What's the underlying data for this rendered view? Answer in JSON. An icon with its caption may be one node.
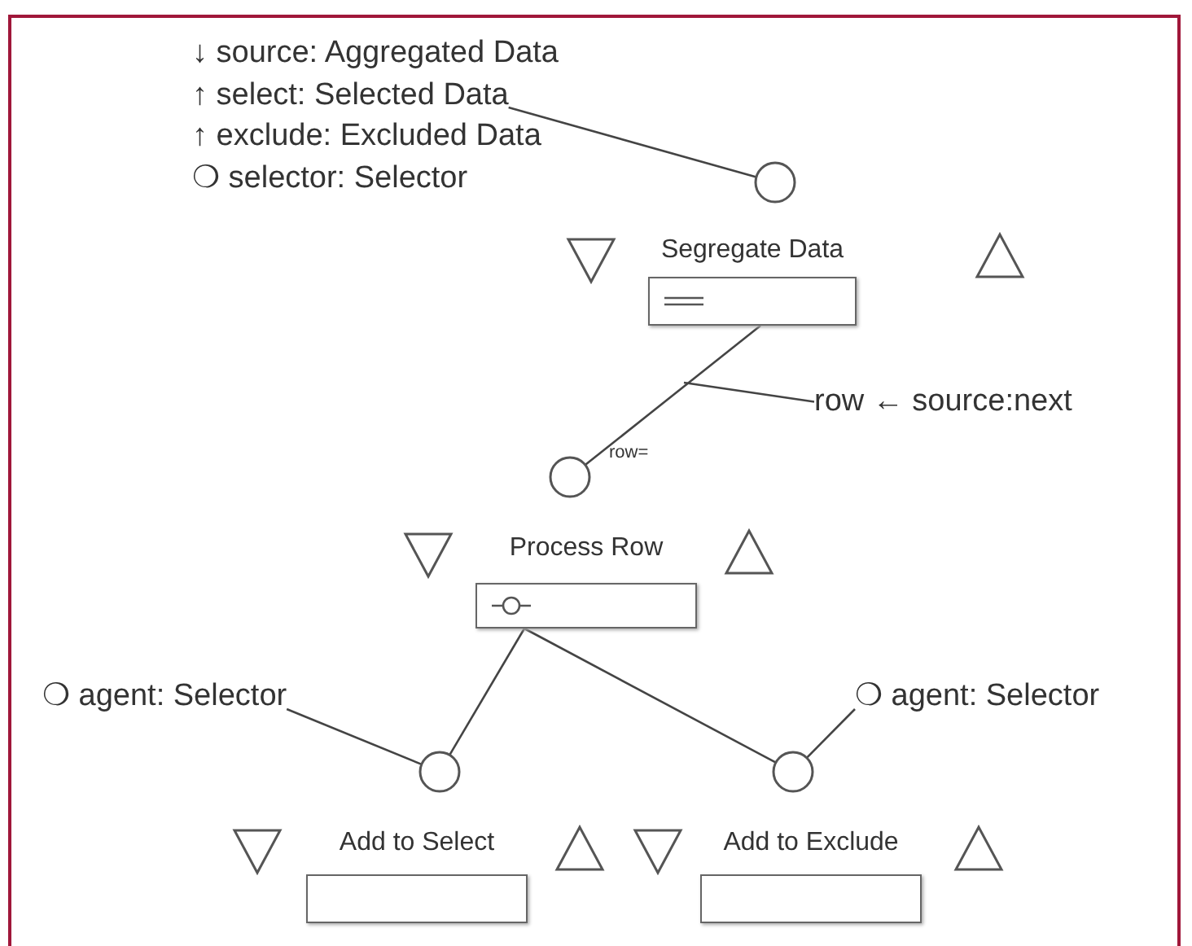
{
  "diagram": {
    "nodes": [
      {
        "text": [
          "↓ source: Aggregated Data",
          "↑ select: Selected Data",
          "↑ exclude: Excluded Data",
          "❍ selector: Selector"
        ]
      },
      {
        "text": [],
        "shape": "circle"
      },
      {
        "text": [
          "Segregate Data"
        ]
      },
      {
        "text": [
          "row  ← source:next"
        ]
      },
      {
        "text": [],
        "shape": "circle",
        "beside": [
          "row="
        ]
      },
      {
        "text": [
          "Process Row"
        ]
      },
      {
        "text": [
          "❍ agent: Selector"
        ]
      },
      {
        "text": [],
        "shape": "circle"
      },
      {
        "text": [
          "❍ agent: Selector"
        ]
      },
      {
        "text": [],
        "shape": "circle"
      },
      {
        "text": [
          "Add to Select"
        ]
      },
      {
        "text": [
          "Add to Exclude"
        ]
      }
    ],
    "edges": [
      {
        "from": 0,
        "to": 1,
        "arrow": "none"
      },
      {
        "from": 2,
        "to": 4,
        "arrow": "none"
      },
      {
        "from": 3,
        "to": null,
        "arrow": "none"
      },
      {
        "from": 5,
        "to": 7,
        "arrow": "none"
      },
      {
        "from": 5,
        "to": 9,
        "arrow": "none"
      },
      {
        "from": 6,
        "to": 7,
        "arrow": "none"
      },
      {
        "from": 8,
        "to": 9,
        "arrow": "none"
      }
    ]
  }
}
